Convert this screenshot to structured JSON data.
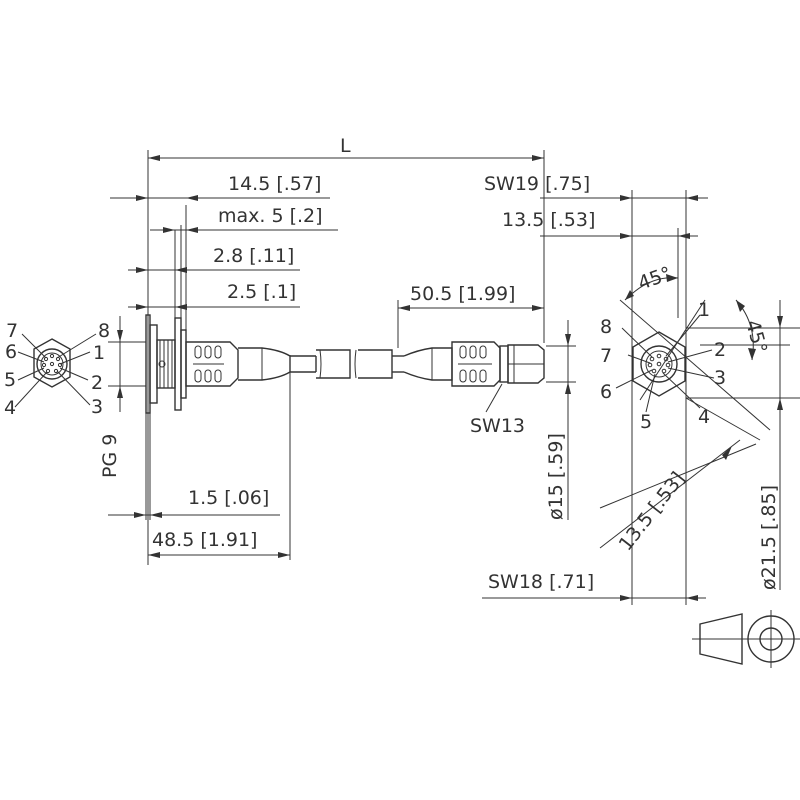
{
  "labels": {
    "overall_length": "L",
    "len_14_5": "14.5 [.57]",
    "len_max5": "max. 5 [.2]",
    "len_2_8": "2.8 [.11]",
    "len_2_5": "2.5 [.1]",
    "len_1_5": "1.5 [.06]",
    "len_48_5": "48.5 [1.91]",
    "thread_pg9": "PG 9",
    "len_50_5": "50.5 [1.99]",
    "sw13": "SW13",
    "dia_15": "ø15 [.59]",
    "sw19": "SW19 [.75]",
    "len_13_5_top": "13.5 [.53]",
    "angle_45_a": "45°",
    "angle_45_b": "45°",
    "len_13_5_diag": "13.5 [.53]",
    "dia_21_5": "ø21.5 [.85]",
    "sw18": "SW18 [.71]"
  },
  "left_pins": [
    "7",
    "8",
    "6",
    "1",
    "5",
    "2",
    "4",
    "3"
  ],
  "right_pins": [
    "1",
    "8",
    "2",
    "7",
    "3",
    "6",
    "5",
    "4"
  ]
}
